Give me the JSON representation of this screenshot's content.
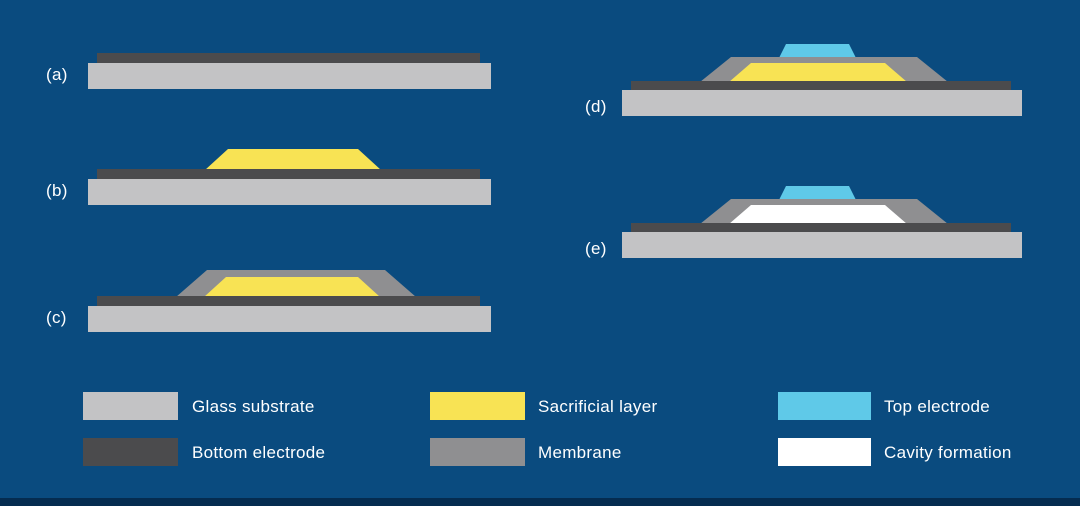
{
  "colors": {
    "background": "#0a4b7f",
    "footer": "#052c50",
    "text": "#ffffff",
    "glass": "#c3c3c5",
    "electrode": "#4b4b4d",
    "sacrificial": "#f8e354",
    "membrane": "#8f8f91",
    "top-electrode": "#5fc9e8",
    "cavity": "#ffffff"
  },
  "panels": [
    {
      "label": "(a)",
      "layers": [
        "Glass substrate",
        "Bottom electrode"
      ]
    },
    {
      "label": "(b)",
      "layers": [
        "Glass substrate",
        "Bottom electrode",
        "Sacrificial layer"
      ]
    },
    {
      "label": "(c)",
      "layers": [
        "Glass substrate",
        "Bottom electrode",
        "Sacrificial layer",
        "Membrane"
      ]
    },
    {
      "label": "(d)",
      "layers": [
        "Glass substrate",
        "Bottom electrode",
        "Sacrificial layer",
        "Membrane",
        "Top electrode"
      ]
    },
    {
      "label": "(e)",
      "layers": [
        "Glass substrate",
        "Bottom electrode",
        "Membrane",
        "Top electrode",
        "Cavity formation"
      ]
    }
  ],
  "legend": {
    "items": [
      {
        "label": "Glass substrate",
        "color": "#c3c3c5"
      },
      {
        "label": "Bottom electrode",
        "color": "#4b4b4d"
      },
      {
        "label": "Sacrificial layer",
        "color": "#f8e354"
      },
      {
        "label": "Membrane",
        "color": "#8f8f91"
      },
      {
        "label": "Top electrode",
        "color": "#5fc9e8"
      },
      {
        "label": "Cavity formation",
        "color": "#ffffff"
      }
    ]
  }
}
